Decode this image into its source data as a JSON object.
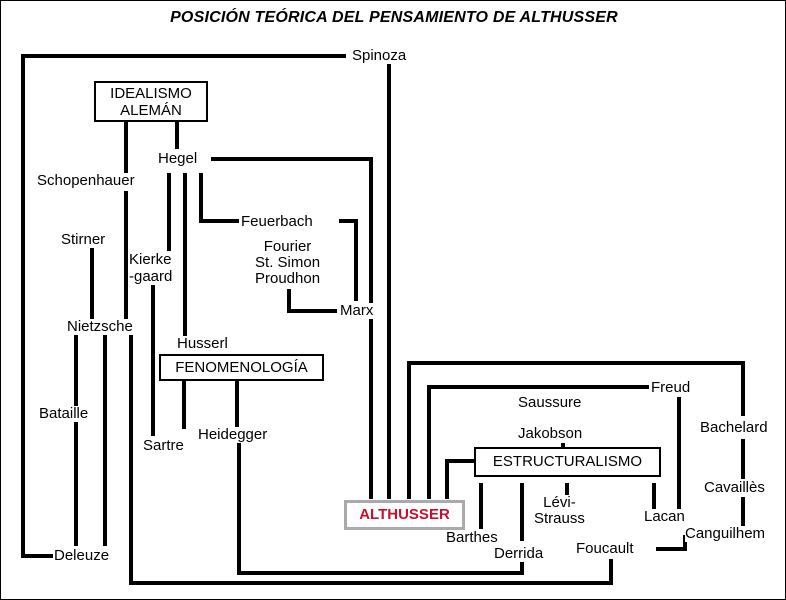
{
  "title": "POSICIÓN TEÓRICA DEL PENSAMIENTO DE ALTHUSSER",
  "colors": {
    "line": "#000000",
    "althusser_text": "#c8102e",
    "althusser_border": "#aaaaaa"
  },
  "nodes": {
    "spinoza": "Spinoza",
    "idealismo": [
      "IDEALISMO",
      "ALEMÁN"
    ],
    "hegel": "Hegel",
    "schopenhauer": "Schopenhauer",
    "stirner": "Stirner",
    "kierkegaard": [
      "Kierke",
      "-gaard"
    ],
    "feuerbach": "Feuerbach",
    "fourier": [
      "Fourier",
      "St. Simon",
      "Proudhon"
    ],
    "marx": "Marx",
    "nietzsche": "Nietzsche",
    "husserl": "Husserl",
    "fenomenologia": "FENOMENOLOGÍA",
    "bataille": "Bataille",
    "sartre": "Sartre",
    "heidegger": "Heidegger",
    "freud": "Freud",
    "saussure": "Saussure",
    "jakobson": "Jakobson",
    "bachelard": "Bachelard",
    "estructuralismo": "ESTRUCTURALISMO",
    "cavailles": "Cavaillès",
    "levistrauss": [
      "Lévi-",
      "Strauss"
    ],
    "lacan": "Lacan",
    "althusser": "ALTHUSSER",
    "barthes": "Barthes",
    "derrida": "Derrida",
    "foucault": "Foucault",
    "canguilhem": "Canguilhem",
    "deleuze": "Deleuze"
  }
}
